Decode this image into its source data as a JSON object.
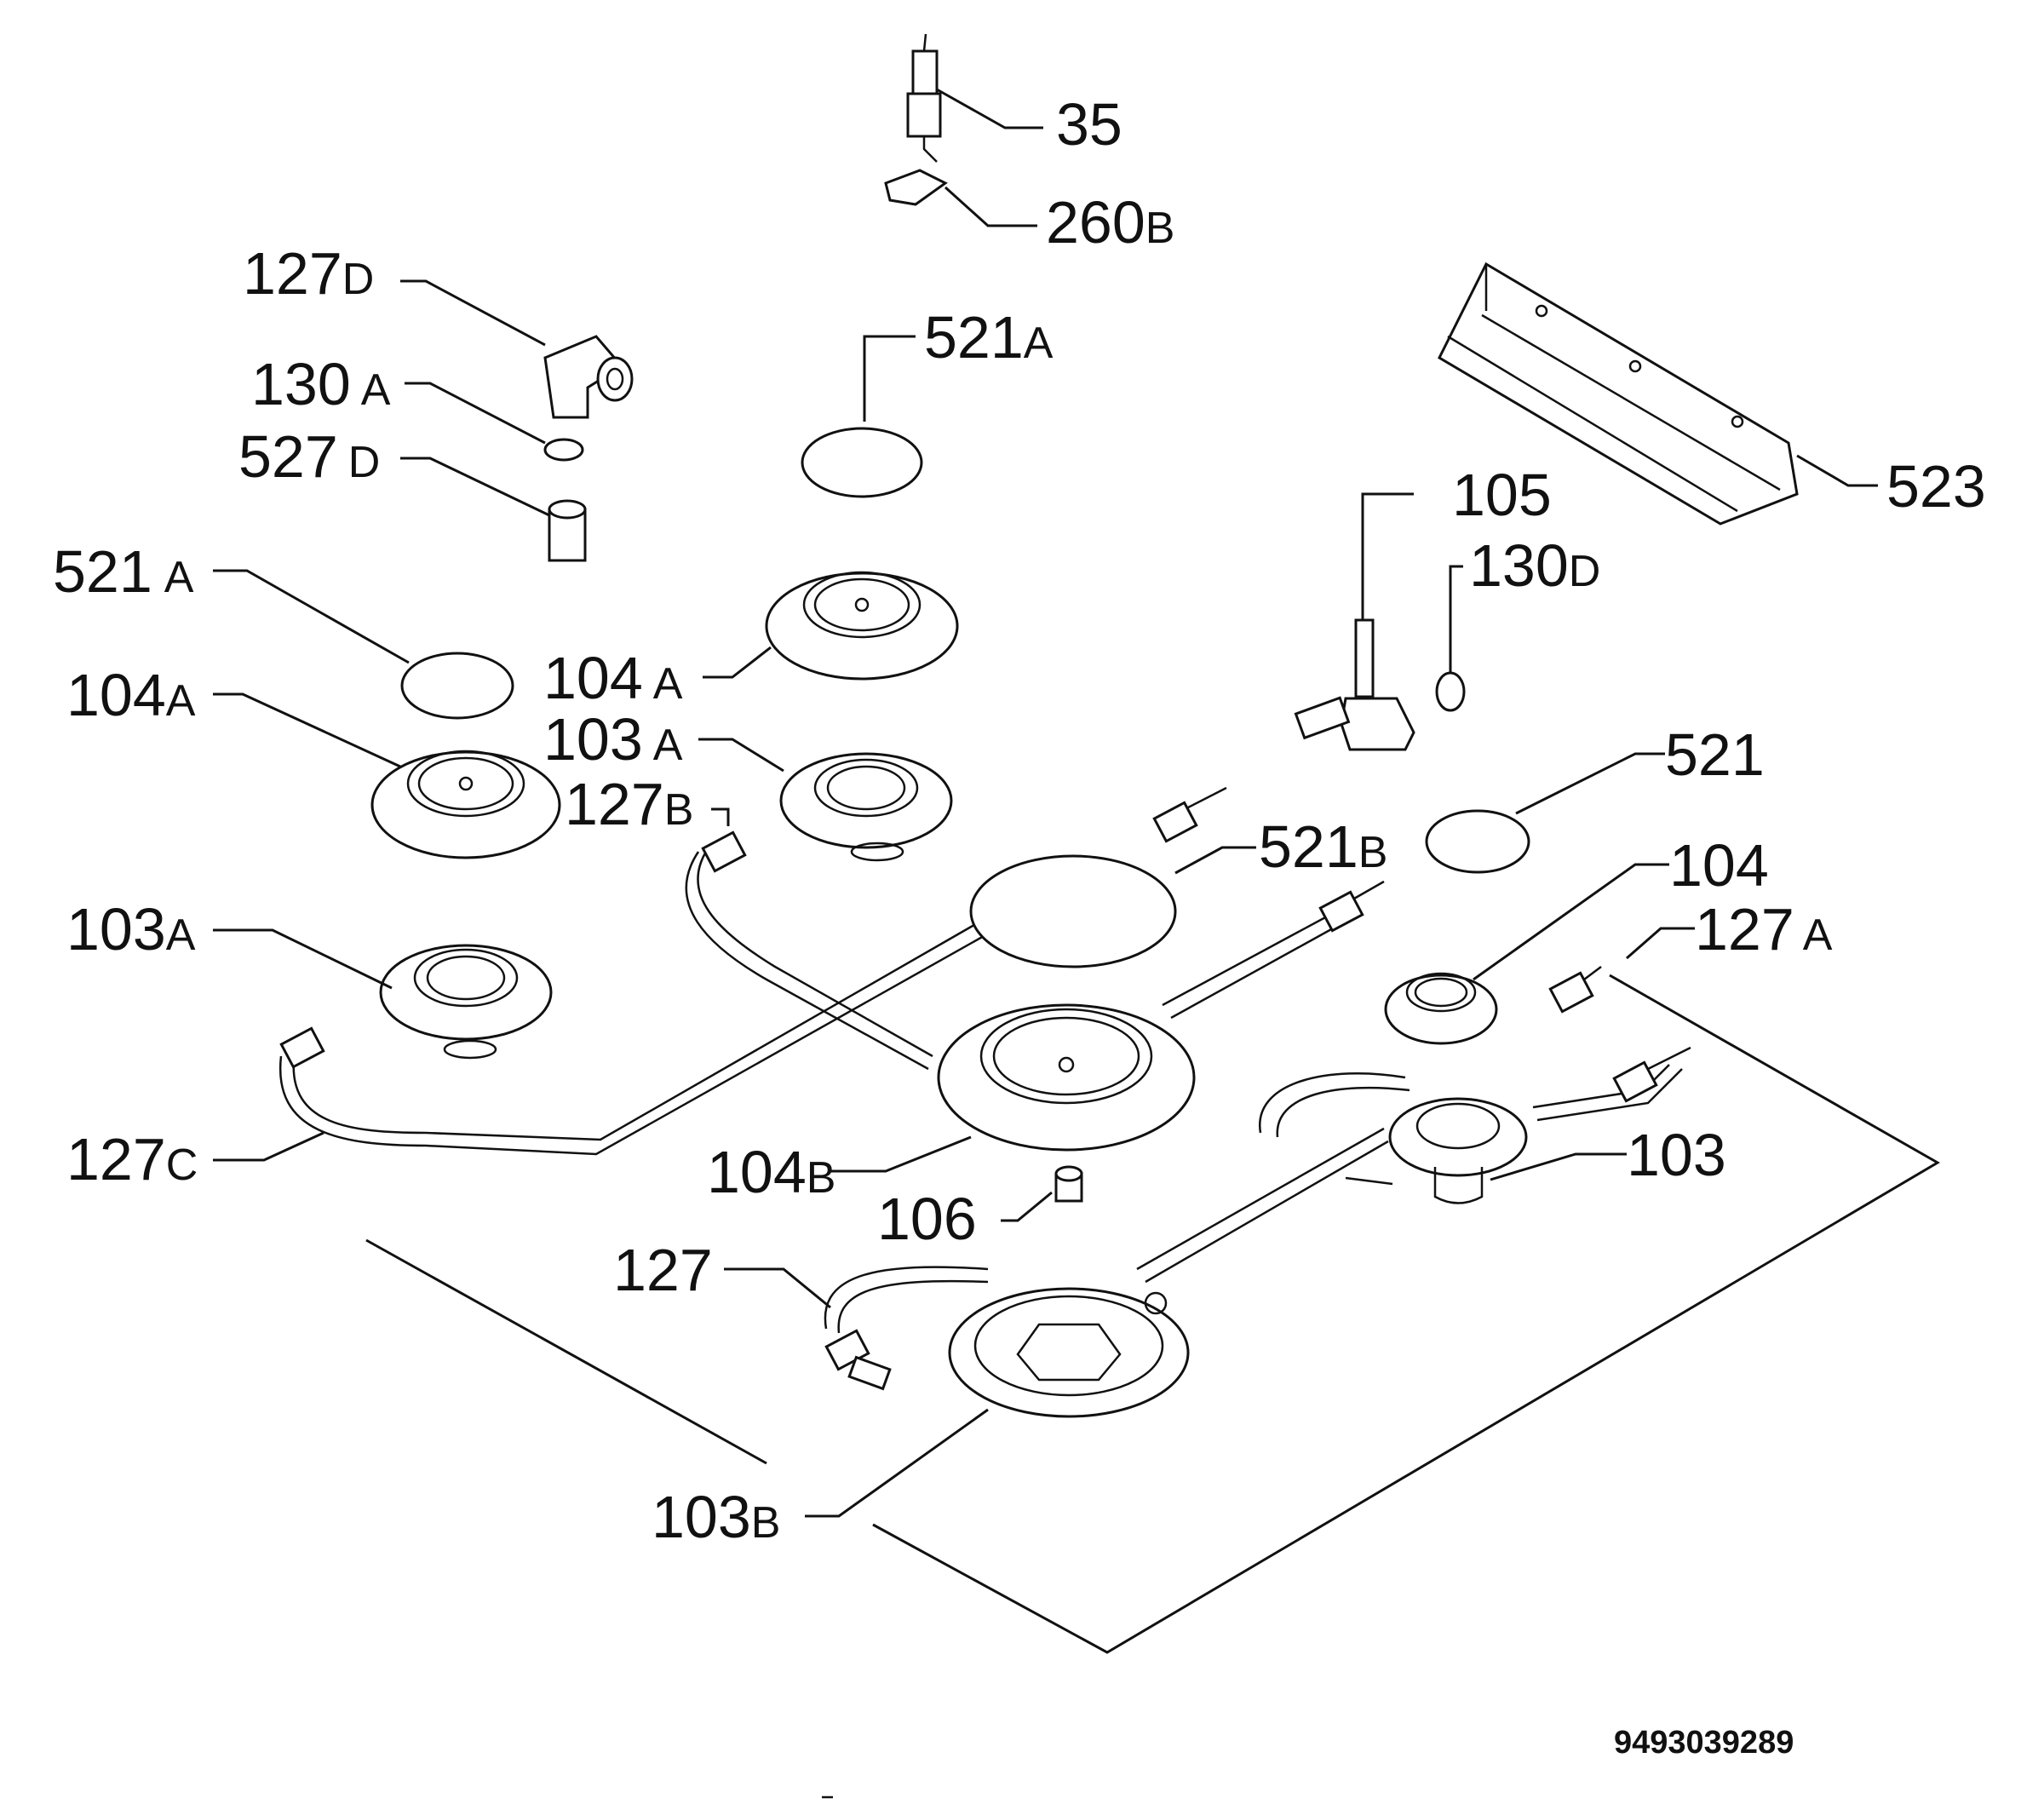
{
  "document_number": "9493039289",
  "callouts": [
    {
      "id": "c-35",
      "num": "35",
      "suffix": ""
    },
    {
      "id": "c-260b",
      "num": "260",
      "suffix": "B"
    },
    {
      "id": "c-127d",
      "num": "127",
      "suffix": "D"
    },
    {
      "id": "c-130a",
      "num": "130",
      "suffix": "A"
    },
    {
      "id": "c-527d",
      "num": "527",
      "suffix": "D"
    },
    {
      "id": "c-521a-top",
      "num": "521",
      "suffix": "A"
    },
    {
      "id": "c-523",
      "num": "523",
      "suffix": ""
    },
    {
      "id": "c-105",
      "num": "105",
      "suffix": ""
    },
    {
      "id": "c-130d",
      "num": "130",
      "suffix": "D"
    },
    {
      "id": "c-521a-left",
      "num": "521",
      "suffix": "A"
    },
    {
      "id": "c-104a-mid",
      "num": "104",
      "suffix": "A"
    },
    {
      "id": "c-104a-left",
      "num": "104",
      "suffix": "A"
    },
    {
      "id": "c-103a-mid",
      "num": "103",
      "suffix": "A"
    },
    {
      "id": "c-127b",
      "num": "127",
      "suffix": "B"
    },
    {
      "id": "c-521",
      "num": "521",
      "suffix": ""
    },
    {
      "id": "c-521b",
      "num": "521",
      "suffix": "B"
    },
    {
      "id": "c-104",
      "num": "104",
      "suffix": ""
    },
    {
      "id": "c-127a",
      "num": "127",
      "suffix": "A"
    },
    {
      "id": "c-103a-left",
      "num": "103",
      "suffix": "A"
    },
    {
      "id": "c-127c",
      "num": "127",
      "suffix": "C"
    },
    {
      "id": "c-104b",
      "num": "104",
      "suffix": "B"
    },
    {
      "id": "c-103",
      "num": "103",
      "suffix": ""
    },
    {
      "id": "c-106",
      "num": "106",
      "suffix": ""
    },
    {
      "id": "c-127",
      "num": "127",
      "suffix": ""
    },
    {
      "id": "c-103b",
      "num": "103",
      "suffix": "B"
    }
  ]
}
